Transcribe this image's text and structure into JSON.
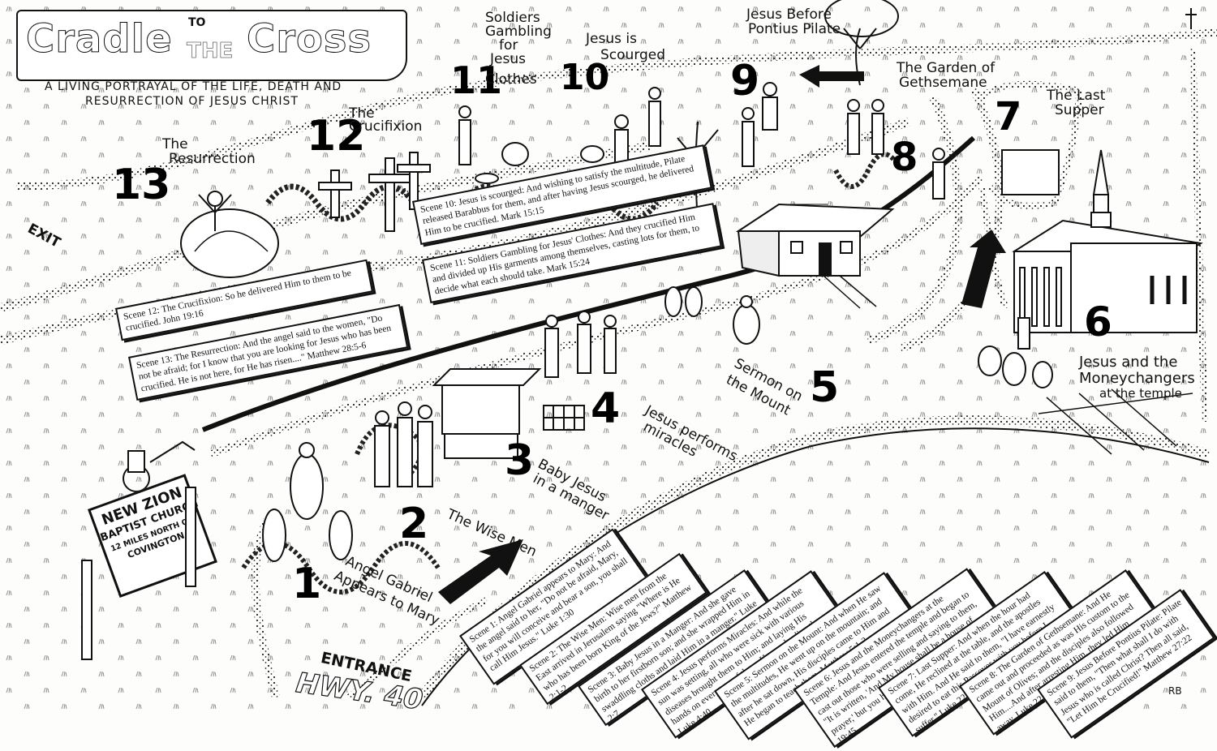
{
  "title": {
    "main_left": "Cradle",
    "main_mid_top": "TO",
    "main_mid_bottom": "THE",
    "main_right": "Cross",
    "subtitle_line1": "A LIVING PORTRAYAL OF THE LIFE, DEATH AND",
    "subtitle_line2": "RESURRECTION OF JESUS CHRIST"
  },
  "entrance": {
    "label": "ENTRANCE",
    "highway": "HWY. 40"
  },
  "exit": {
    "label": "EXIT"
  },
  "sign": {
    "line1": "NEW ZION",
    "line2": "BAPTIST CHURCH",
    "line3": "12 MILES NORTH OF",
    "line4": "COVINGTON"
  },
  "initials": "RB",
  "stations": [
    {
      "num": "1",
      "label_line1": "Angel Gabriel",
      "label_line2": "Appears to Mary"
    },
    {
      "num": "2",
      "label_line1": "The Wise Men",
      "label_line2": ""
    },
    {
      "num": "3",
      "label_line1": "Baby Jesus",
      "label_line2": "in a manger"
    },
    {
      "num": "4",
      "label_line1": "Jesus performs",
      "label_line2": "miracles"
    },
    {
      "num": "5",
      "label_line1": "Sermon on",
      "label_line2": "the Mount"
    },
    {
      "num": "6",
      "label_line1": "Jesus and the",
      "label_line2": "Moneychangers",
      "label_line3": "at the temple"
    },
    {
      "num": "7",
      "label_line1": "The Last",
      "label_line2": "Supper"
    },
    {
      "num": "8",
      "label_line1": "The Garden of",
      "label_line2": "Gethsemane"
    },
    {
      "num": "9",
      "label_line1": "Jesus Before",
      "label_line2": "Pontius Pilate"
    },
    {
      "num": "10",
      "label_line1": "Jesus is",
      "label_line2": "Scourged"
    },
    {
      "num": "11",
      "label_line1": "Soldiers",
      "label_line2": "Gambling",
      "label_line3": "for",
      "label_line4": "Jesus",
      "label_line5": "Clothes"
    },
    {
      "num": "12",
      "label_line1": "The",
      "label_line2": "Crucifixion"
    },
    {
      "num": "13",
      "label_line1": "The",
      "label_line2": "Resurrection"
    }
  ],
  "cards_top": [
    {
      "text": "Scene 10: Jesus is scourged: And wishing to satisfy the multitude, Pilate released Barabbus for them, and after having Jesus scourged, he delivered Him to be crucified. Mark 15:15"
    },
    {
      "text": "Scene 11: Soldiers Gambling for Jesus' Clothes: And they crucified Him and divided up His garments among themselves, casting lots for them, to decide what each should take. Mark 15:24"
    },
    {
      "text": "Scene 12: The Crucifixion: So he delivered Him to them to be crucified. John 19:16"
    },
    {
      "text": "Scene 13: The Resurrection: And the angel said to the women, \"Do not be afraid; for I know that you are looking for Jesus who has been crucified. He is not here, for He has risen....\" Matthew 28:5-6"
    }
  ],
  "cards_bottom": [
    {
      "text": "Scene 1: Angel Gabriel appears to Mary: And the angel said to her, \"Do not be afraid, Mary, for you will conceive and bear a son, you shall call Him Jesus.\" Luke 1:30"
    },
    {
      "text": "Scene 2: The Wise Men: Wise men from the East arrived in Jerusalem saying \"Where is He who has been born King of the Jews?\" Matthew 2:1-2"
    },
    {
      "text": "Scene 3: Baby Jesus in a Manger: And she gave birth to her firstborn son; and she wrapped Him in swaddling cloths and laid Him in a manger.\" Luke 2:7"
    },
    {
      "text": "Scene 4: Jesus performs Miracles: And while the sun was setting, all who were sick with various diseases brought them to Him; and laying His hands on every one of them, He was healing them. Luke 4:40"
    },
    {
      "text": "Scene 5: Sermon on the Mount: And when He saw the multitudes, He went up on the mountain; and after he sat down, His disciples came to Him and He began to teach them. Matthew 5:1-2"
    },
    {
      "text": "Scene 6: Jesus and the Moneychangers at the Temple: And Jesus entered the temple and began to cast out those who were selling and saying to them, \"It is written, 'And My house shall be a house of prayer,' but you have made it a den of thieves'.\" Luke 19:45"
    },
    {
      "text": "Scene 7: Last Supper: And when the hour had come, He reclined at the table, and the apostles with Him. And He said to them, \"I have earnestly desired to eat this Passover with you before I suffer.\" Luke 22:14"
    },
    {
      "text": "Scene 8: The Garden of Gethsemane: And He came out and proceeded as was His custom to the Mount of Olives; and the disciples also followed Him....And after arresting Him, they led Him away. Luke 22:39, 54"
    },
    {
      "text": "Scene 9: Jesus Before Pontius Pilate: Pilate said to them, \"Then what shall I do with Jesus who is called Christ? Then all said, \"Let Him be Crucified!\" Matthew 27:22"
    }
  ]
}
